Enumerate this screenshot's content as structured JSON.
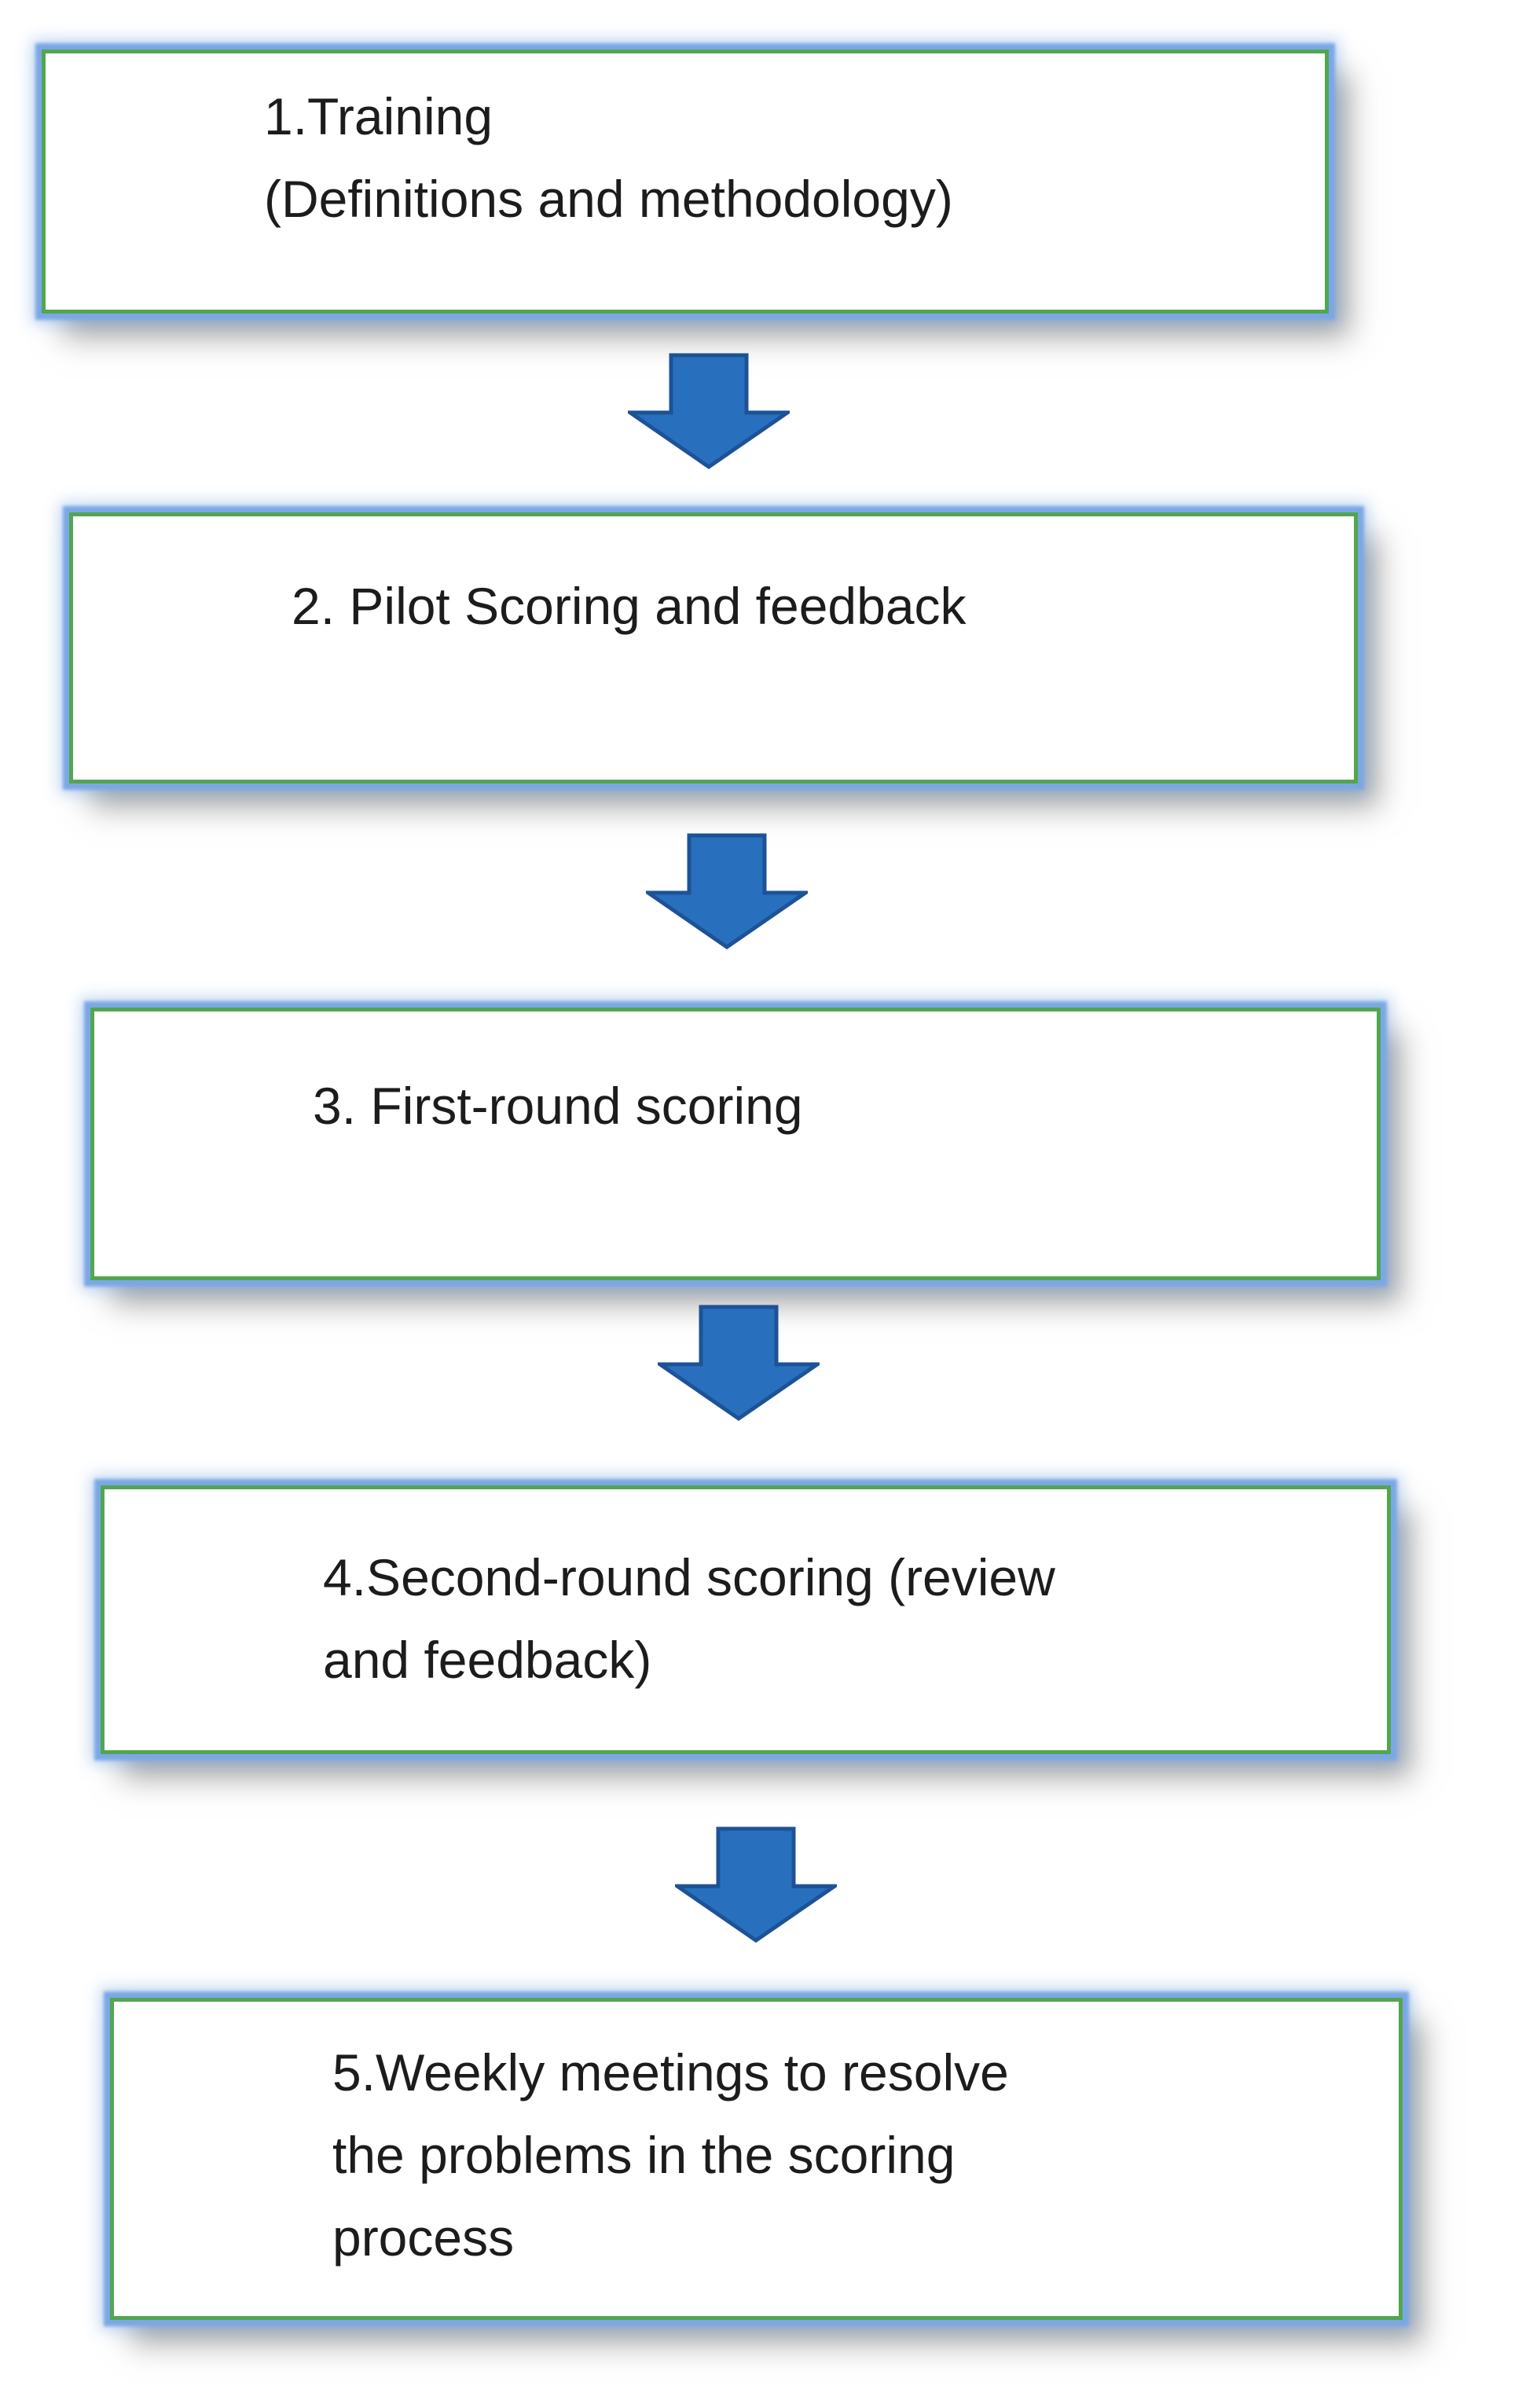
{
  "diagram": {
    "type": "flowchart",
    "direction": "top-to-bottom",
    "steps": [
      {
        "lines": [
          "1.Training",
          "(Definitions and methodology)"
        ]
      },
      {
        "lines": [
          "2. Pilot Scoring and feedback"
        ]
      },
      {
        "lines": [
          "3. First-round scoring"
        ]
      },
      {
        "lines": [
          "4.Second-round scoring (review",
          "and feedback)"
        ]
      },
      {
        "lines": [
          "5.Weekly meetings to resolve",
          "the problems in the scoring",
          "process"
        ]
      }
    ],
    "connectors": [
      {
        "from": "step-1",
        "to": "step-2",
        "glyph": "down-block-arrow"
      },
      {
        "from": "step-2",
        "to": "step-3",
        "glyph": "down-block-arrow"
      },
      {
        "from": "step-3",
        "to": "step-4",
        "glyph": "down-block-arrow"
      },
      {
        "from": "step-4",
        "to": "step-5",
        "glyph": "down-block-arrow"
      }
    ]
  },
  "colors": {
    "box_border_green": "#52a64f",
    "box_glow_blue": "#7ba8e5",
    "box_fill": "#ffffff",
    "arrow_fill": "#2870be",
    "arrow_stroke": "#1d5296",
    "text": "#1c1c1c"
  }
}
